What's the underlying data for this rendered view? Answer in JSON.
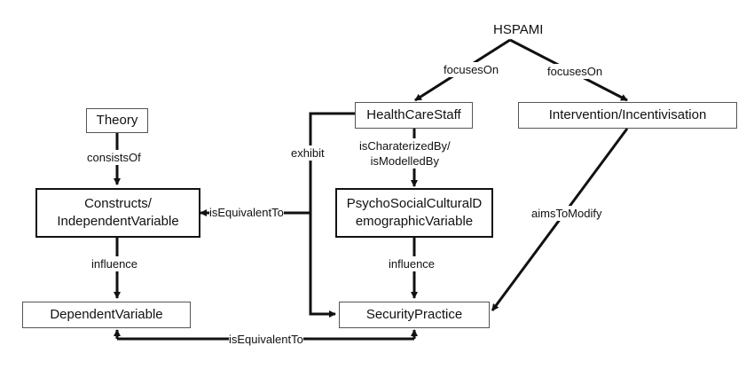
{
  "nodes": {
    "hspami": "HSPAMI",
    "health_care_staff": "HealthCareStaff",
    "intervention": "Intervention/Incentivisation",
    "theory": "Theory",
    "constructs": "Constructs/\nIndependentVariable",
    "psycho": "PsychoSocialCulturalD\nemographicVariable",
    "dependent": "DependentVariable",
    "security_practice": "SecurityPractice"
  },
  "edges": {
    "focuses_on_left": "focusesOn",
    "focuses_on_right": "focusesOn",
    "consists_of": "consistsOf",
    "exhibit": "exhibit",
    "characterized_by": "isCharaterizedBy/\nisModelledBy",
    "is_equivalent_to_top": "isEquivalentTo",
    "aims_to_modify": "aimsToModify",
    "influence_left": "influence",
    "influence_right": "influence",
    "is_equivalent_to_bottom": "isEquivalentTo"
  },
  "colors": {
    "line": "#111111",
    "background": "#ffffff"
  }
}
